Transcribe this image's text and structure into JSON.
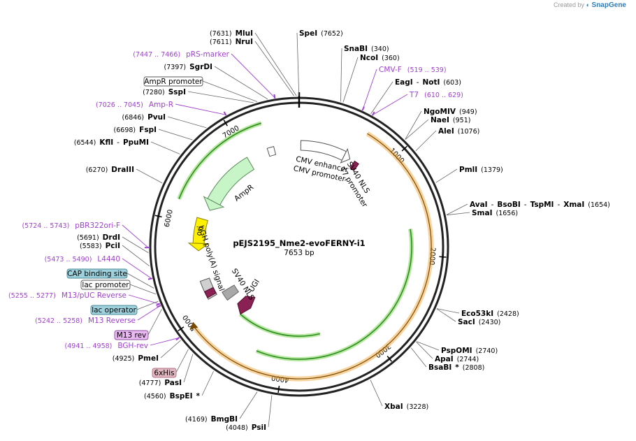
{
  "credit": {
    "prefix": "Created by",
    "brand": "SnapGene"
  },
  "plasmid": {
    "name": "pEJS2195_Nme2-evoFERNY-i1",
    "size": "7653 bp"
  },
  "ring_ticks": [
    {
      "label": "1000"
    },
    {
      "label": "2000"
    },
    {
      "label": "3000"
    },
    {
      "label": "4000"
    },
    {
      "label": "5000"
    },
    {
      "label": "6000"
    },
    {
      "label": "7000"
    }
  ],
  "sites": [
    {
      "pos": "(7631)",
      "name": "MluI"
    },
    {
      "pos": "(7611)",
      "name": "NruI"
    },
    {
      "name": "SpeI",
      "pos": "(7652)"
    },
    {
      "name": "SnaBI",
      "pos": "(340)"
    },
    {
      "name": "NcoI",
      "pos": "(360)"
    },
    {
      "name": "EagI",
      "sep": "-",
      "name2": "NotI",
      "pos": "(603)"
    },
    {
      "name": "NgoMIV",
      "pos": "(949)"
    },
    {
      "name": "NaeI",
      "pos": "(951)"
    },
    {
      "name": "AleI",
      "pos": "(1076)"
    },
    {
      "name": "PmlI",
      "pos": "(1379)"
    },
    {
      "name": "AvaI",
      "sep": "-",
      "name2": "BsoBI",
      "sep2": "-",
      "name3": "TspMI",
      "sep3": "-",
      "name4": "XmaI",
      "pos": "(1654)"
    },
    {
      "name": "SmaI",
      "pos": "(1656)"
    },
    {
      "name": "Eco53kI",
      "pos": "(2428)"
    },
    {
      "name": "SacI",
      "pos": "(2430)"
    },
    {
      "name": "PspOMI",
      "pos": "(2740)"
    },
    {
      "name": "ApaI",
      "pos": "(2744)"
    },
    {
      "name": "BsaBI",
      "star": "*",
      "pos": "(2808)"
    },
    {
      "name": "XbaI",
      "pos": "(3228)"
    },
    {
      "pos": "(4048)",
      "name": "PsiI"
    },
    {
      "pos": "(4169)",
      "name": "BmgBI"
    },
    {
      "pos": "(4560)",
      "name": "BspEI",
      "star": "*"
    },
    {
      "pos": "(4777)",
      "name": "PasI"
    },
    {
      "pos": "(4925)",
      "name": "PmeI"
    },
    {
      "pos": "(5583)",
      "name": "PciI"
    },
    {
      "pos": "(5691)",
      "name": "DrdI"
    },
    {
      "pos": "(6270)",
      "name": "DraIII"
    },
    {
      "pos": "(6544)",
      "name": "KflI",
      "sep": "-",
      "name2": "PpuMI"
    },
    {
      "pos": "(6698)",
      "name": "FspI"
    },
    {
      "pos": "(6846)",
      "name": "PvuI"
    },
    {
      "pos": "(7280)",
      "name": "SspI"
    },
    {
      "pos": "(7397)",
      "name": "SgrDI"
    }
  ],
  "primers": [
    {
      "range": "(7447 .. 7466)",
      "name": "pRS-marker"
    },
    {
      "name": "CMV-F",
      "range": "(519 .. 539)"
    },
    {
      "name": "T7",
      "range": "(610 .. 629)"
    },
    {
      "range": "(7026 .. 7045)",
      "name": "Amp-R"
    },
    {
      "range": "(5724 .. 5743)",
      "name": "pBR322ori-F"
    },
    {
      "range": "(5473 .. 5490)",
      "name": "L4440"
    },
    {
      "range": "(5255 .. 5277)",
      "name": "M13/pUC Reverse"
    },
    {
      "range": "(5242 .. 5258)",
      "name": "M13 Reverse"
    },
    {
      "range": "(4941 .. 4958)",
      "name": "BGH-rev"
    }
  ],
  "boxed_labels": [
    {
      "name": "AmpR promoter",
      "color": "#ffffff",
      "border": "#555555"
    },
    {
      "name": "CAP binding site",
      "color": "#9fd1dc",
      "border": "#4a8a99"
    },
    {
      "name": "lac promoter",
      "color": "#ffffff",
      "border": "#555555"
    },
    {
      "name": "lac operator",
      "color": "#9fd1dc",
      "border": "#4a8a99"
    },
    {
      "name": "M13 rev",
      "color": "#e8b8f0",
      "border": "#9050a0"
    },
    {
      "name": "6xHis",
      "color": "#e2b7c2",
      "border": "#b07080"
    }
  ],
  "inner_features": [
    {
      "name": "CMV enhancer"
    },
    {
      "name": "CMV promoter"
    },
    {
      "name": "SV40 NLS"
    },
    {
      "name": "T7 promoter"
    },
    {
      "name": "AmpR"
    },
    {
      "name": "ori"
    },
    {
      "name": "bGH poly(A) signal"
    },
    {
      "name": "SV40 NLS"
    },
    {
      "name": "UGI"
    }
  ],
  "colors": {
    "backbone": "#222222",
    "restriction_text": "#000000",
    "primer_text": "#a040d0",
    "ampr_fill": "#c8f5c8",
    "ori_fill": "#fff000",
    "orf_orange": "#f0b050",
    "orf_green": "#2e8b20",
    "ugi_fill": "#8b2055",
    "sv40_fill": "#8b2055",
    "polya_fill": "#a8a8a8",
    "brand": "#2b7dbd"
  }
}
